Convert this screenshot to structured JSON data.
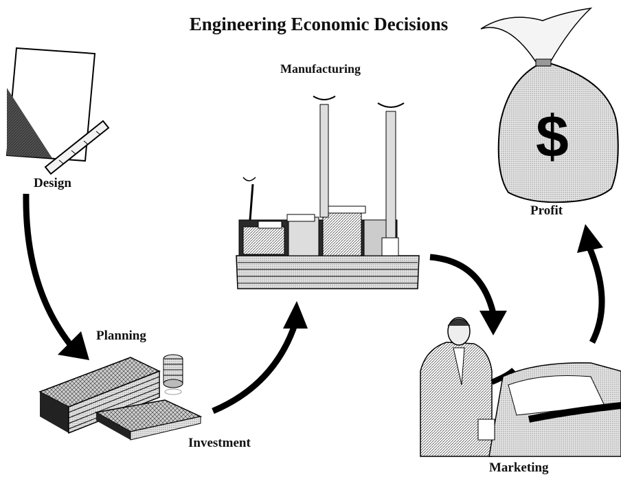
{
  "title": "Engineering Economic Decisions",
  "stages": {
    "design": "Design",
    "planning": "Planning",
    "investment": "Investment",
    "manufacturing": "Manufacturing",
    "marketing": "Marketing",
    "profit": "Profit"
  },
  "profit_symbol": "$",
  "icons": {
    "design": "drafting-paper-ruler-icon",
    "planning": "money-stack-icon",
    "manufacturing": "factory-icon",
    "marketing": "salesman-car-icon",
    "profit": "money-bag-icon"
  }
}
